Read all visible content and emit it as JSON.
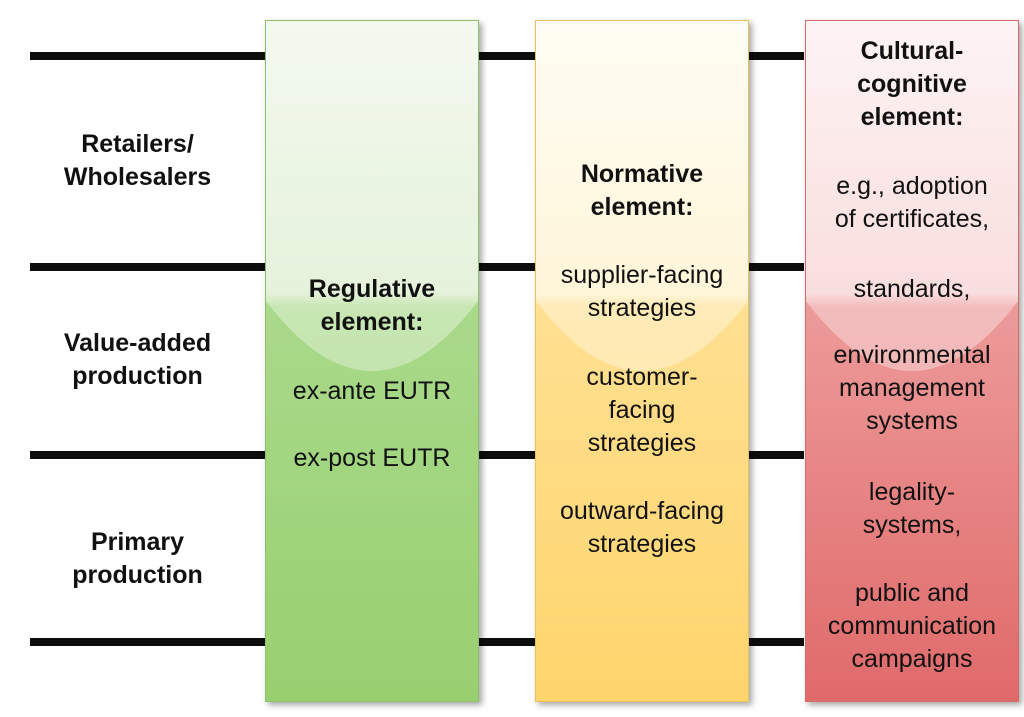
{
  "rows": [
    {
      "label": "Retailers/\nWholesalers"
    },
    {
      "label": "Value-added\nproduction"
    },
    {
      "label": "Primary\nproduction"
    }
  ],
  "columns": [
    {
      "heading": "Regulative\nelement:",
      "items": [
        "ex-ante EUTR",
        "ex-post EUTR"
      ],
      "color": "#98d070"
    },
    {
      "heading": "Normative\nelement:",
      "items": [
        "supplier-facing\nstrategies",
        "customer-\nfacing\nstrategies",
        "outward-facing\nstrategies"
      ],
      "color": "#ffd56c"
    },
    {
      "heading": "Cultural-\ncognitive\nelement:",
      "items": [
        "e.g., adoption\nof certificates,",
        "standards,",
        "environmental\nmanagement\nsystems",
        "legality-\nsystems,",
        "public and\ncommunication\ncampaigns"
      ],
      "color": "#e06a6a"
    }
  ]
}
